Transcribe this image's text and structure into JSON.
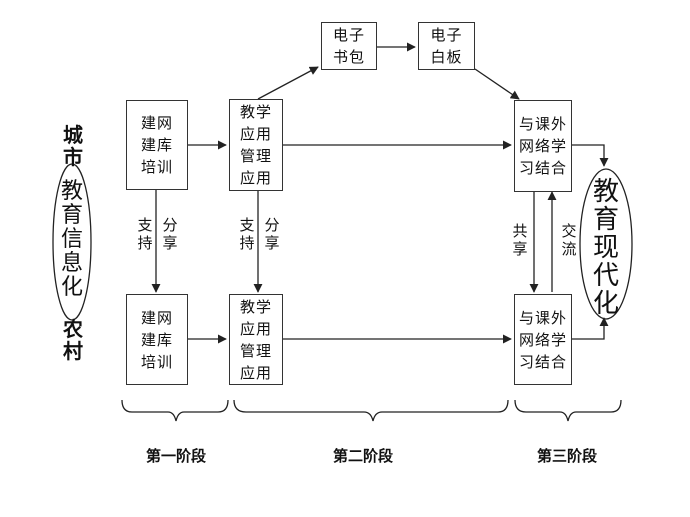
{
  "left_labels": {
    "city": "城市",
    "rural": "农村"
  },
  "left_oval": "教育信息化",
  "right_oval": "教育现代化",
  "boxes": {
    "top_build": [
      "建网",
      "建库",
      "培训"
    ],
    "top_teach": [
      "教学",
      "应用",
      "管理",
      "应用"
    ],
    "ebag": [
      "电子",
      "书包"
    ],
    "eboard": [
      "电子",
      "白板"
    ],
    "top_combine": [
      "与课外",
      "网络学",
      "习结合"
    ],
    "bottom_build": [
      "建网",
      "建库",
      "培训"
    ],
    "bottom_teach": [
      "教学",
      "应用",
      "管理",
      "应用"
    ],
    "bottom_combine": [
      "与课外",
      "网络学",
      "习结合"
    ]
  },
  "edge_labels": {
    "support": "支持",
    "share_down": "分享",
    "share": "共享",
    "exchange": "交流"
  },
  "stages": [
    "第一阶段",
    "第二阶段",
    "第三阶段"
  ]
}
